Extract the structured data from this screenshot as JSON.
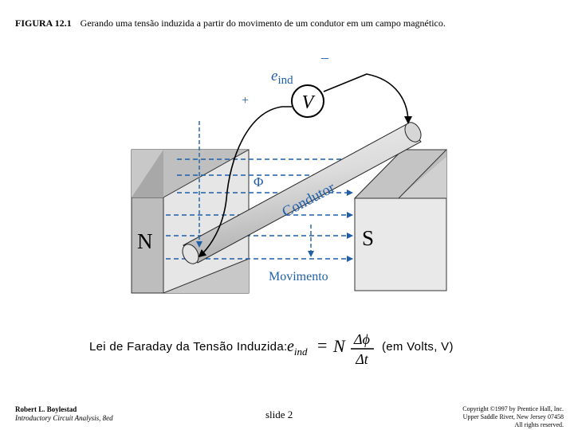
{
  "caption": {
    "figure_label": "FIGURA 12.1",
    "text": "Gerando uma tensão induzida a partir do movimento de um condutor em um campo magnético."
  },
  "diagram": {
    "emf_label": "e",
    "emf_subscript": "ind",
    "minus_sign": "–",
    "plus_sign": "+",
    "voltmeter_label": "V",
    "flux_label": "Φ",
    "conductor_label": "Condutor",
    "north_pole": "N",
    "south_pole": "S",
    "motion_label": "Movimento",
    "field_line_color": "#1f5fa8"
  },
  "law": {
    "label": "Lei de Faraday da Tensão Induzida:",
    "lhs": "e",
    "lhs_sub": "ind",
    "equals": "=",
    "coefficient": "N",
    "numerator": "Δϕ",
    "denominator": "Δt",
    "units": "(em Volts, V)"
  },
  "footer": {
    "author": "Robert L. Boylestad",
    "book": "Introductory Circuit Analysis, 8ed",
    "slide": "slide 2",
    "copyright_line1": "Copyright ©1997 by Prentice Hall, Inc.",
    "copyright_line2": "Upper Saddle River, New Jersey 07458",
    "copyright_line3": "All rights reserved."
  }
}
